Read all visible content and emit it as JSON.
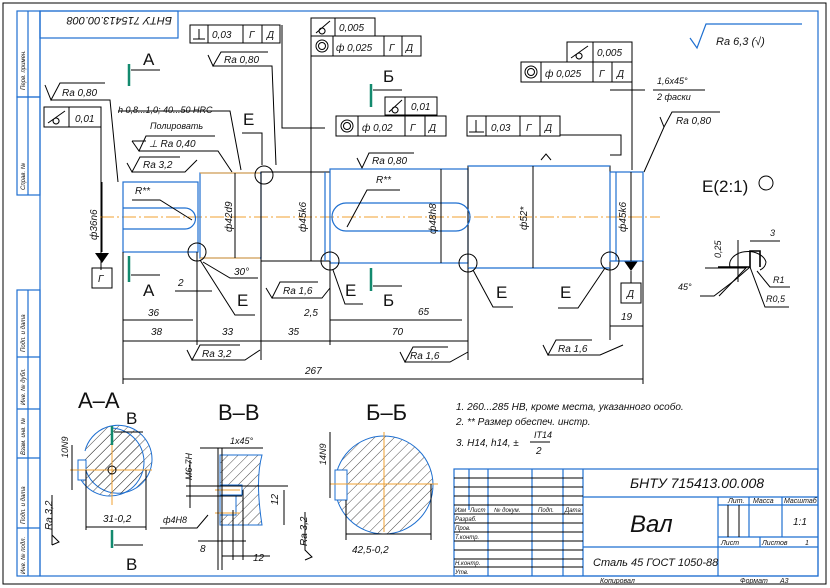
{
  "sheet": {
    "designation": "БНТУ 715413.00.008",
    "designation_rotated": "БНТУ 715413.00.008",
    "roughness_general": "Ra 6,3 (√)",
    "margin_labels": [
      "Перв. примен.",
      "Справ. №",
      "Подп. и дата",
      "Инв. № дубл.",
      "Взам. инв. №",
      "Подп. и дата",
      "Инв. № подл."
    ]
  },
  "tolerances": {
    "fc1": {
      "value": "0,03",
      "b1": "Г",
      "b2": "Д"
    },
    "fc2_runout": "0,005",
    "fc2": {
      "value": "ф 0,025",
      "b1": "Г",
      "b2": "Д"
    },
    "fc3_runout": "0,01",
    "fc3": {
      "value": "ф 0,02",
      "b1": "Г",
      "b2": "Д"
    },
    "fc4_runout": "0,005",
    "fc4": {
      "value": "ф 0,025",
      "b1": "Г",
      "b2": "Д"
    },
    "fc5": {
      "value": "0,03",
      "b1": "Г",
      "b2": "Д"
    },
    "fc6_runout": "0,01",
    "datum_g": "Г",
    "datum_d": "Д"
  },
  "roughness": {
    "r1": "Ra 0,80",
    "r2": "Ra 0,80",
    "r3": "Ra 0,80",
    "r4": "Ra 0,80",
    "polish_label": "Полировать",
    "polish": "⊥ Ra 0,40",
    "r_32a": "Ra 3,2",
    "r_32b": "Ra 3,2",
    "r_16a": "Ra 1,6",
    "r_16b": "Ra 1,6",
    "r_16c": "Ra 1,6",
    "r_sec_a": "Ra 3,2",
    "r_sec_b": "Ra 3,2"
  },
  "notes_on_view": {
    "hardening": "h 0,8...1,0; 40...50 HRC",
    "chamfer": "1,6x45°",
    "chamfer_count": "2 фаски",
    "r_star1": "R**",
    "r_star2": "R**"
  },
  "section_marks": {
    "a": "А",
    "b": "Б",
    "e": "Е",
    "v": "В"
  },
  "diameters": {
    "d1": "ф36n6",
    "d2": "ф42d9",
    "d3": "ф45k6",
    "d4": "ф48h8",
    "d5": "ф52*",
    "d6": "ф45k6"
  },
  "dimensions": {
    "l36": "36",
    "l2": "2",
    "l30deg": "30°",
    "l38": "38",
    "l33": "33",
    "l35": "35",
    "l25": "2,5",
    "l70": "70",
    "l65": "65",
    "l19": "19",
    "l267": "267"
  },
  "detail": {
    "title": "Е(2:1)",
    "d025": "0,25",
    "d3": "3",
    "r1": "R1",
    "r05": "R0,5",
    "a45": "45°"
  },
  "sections": {
    "aa_title": "А–А",
    "aa_key": "10N9",
    "aa_dim": "31-0,2",
    "vv_title": "В–В",
    "vv_thread": "M6-7H",
    "vv_chamfer": "1x45°",
    "vv_hole": "ф4H8",
    "vv_8": "8",
    "vv_12a": "12",
    "vv_12b": "12",
    "bb_title": "Б–Б",
    "bb_key": "14N9",
    "bb_dim": "42,5-0,2"
  },
  "tech_notes": [
    "1. 260...285 HB, кроме места, указанного особо.",
    "2.  ** Размер обеспеч. инстр.",
    "3. H14, h14, ±"
  ],
  "tech_note_fraction": {
    "num": "IT14",
    "den": "2"
  },
  "title_block": {
    "designation": "БНТУ 715413.00.008",
    "name": "Вал",
    "material": "Сталь 45 ГОСТ 1050-88",
    "col_headers": [
      "Изм",
      "Лист",
      "№ докум.",
      "Подп.",
      "Дата"
    ],
    "roles": [
      "Разраб.",
      "Пров.",
      "Т.контр.",
      "",
      "Н.контр.",
      "Утв."
    ],
    "lit_label": "Лит.",
    "mass_label": "Масса",
    "scale_label": "Масштаб",
    "scale": "1:1",
    "sheet_label": "Лист",
    "sheets_label": "Листов",
    "sheets": "1",
    "copied": "Копировал",
    "format_label": "Формат",
    "format": "А3"
  }
}
